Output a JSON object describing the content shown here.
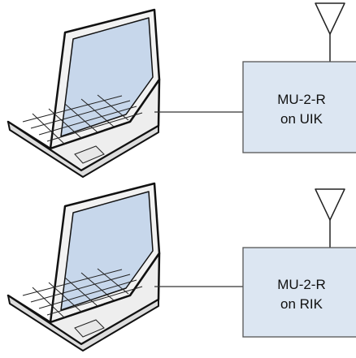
{
  "colors": {
    "box_fill": "#dce6f2",
    "box_stroke": "#555555",
    "screen": "#c7d7eb",
    "laptop_body": "#eeeeee",
    "line": "#333333"
  },
  "units": [
    {
      "label_line1": "MU-2-R",
      "label_line2": "on UIK",
      "laptop_icon": "laptop-icon",
      "antenna_icon": "antenna-icon"
    },
    {
      "label_line1": "MU-2-R",
      "label_line2": "on RIK",
      "laptop_icon": "laptop-icon",
      "antenna_icon": "antenna-icon"
    }
  ]
}
